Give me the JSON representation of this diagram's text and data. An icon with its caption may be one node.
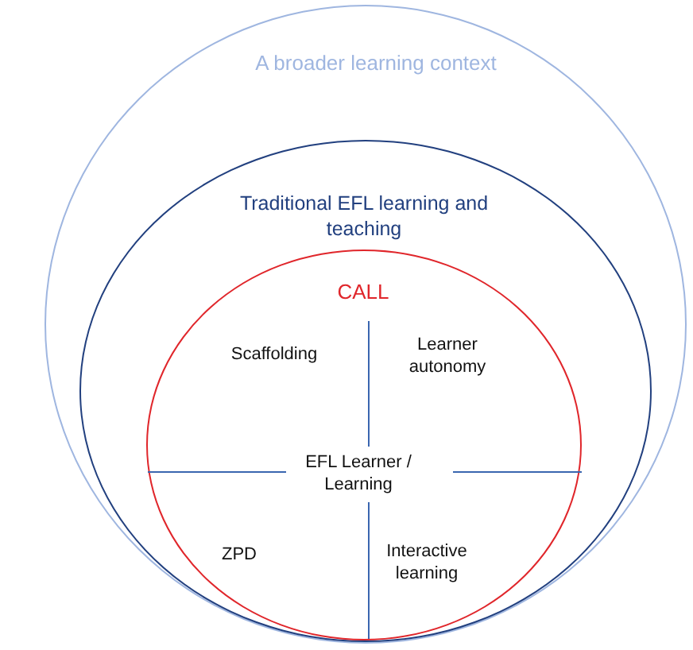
{
  "diagram": {
    "nodes": [
      {
        "text": [
          "A broader learning context"
        ]
      },
      {
        "text": [
          "Traditional EFL learning and teaching"
        ],
        "in": 0
      },
      {
        "text": [
          "CALL",
          "Scaffolding",
          "Learner autonomy",
          "EFL Learner / Learning",
          "ZPD",
          "Interactive learning"
        ],
        "in": 1
      }
    ]
  }
}
